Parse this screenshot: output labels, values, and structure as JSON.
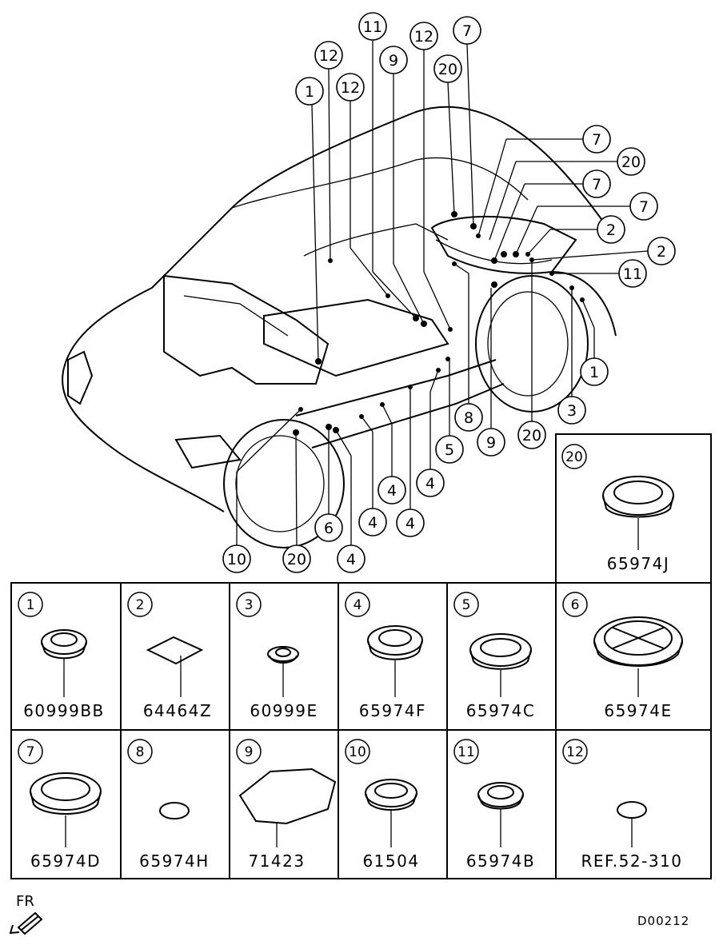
{
  "callouts": [
    {
      "label": "1"
    },
    {
      "label": "12"
    },
    {
      "label": "12"
    },
    {
      "label": "11"
    },
    {
      "label": "9"
    },
    {
      "label": "12"
    },
    {
      "label": "20"
    },
    {
      "label": "7"
    },
    {
      "label": "7"
    },
    {
      "label": "20"
    },
    {
      "label": "7"
    },
    {
      "label": "7"
    },
    {
      "label": "2"
    },
    {
      "label": "2"
    },
    {
      "label": "11"
    },
    {
      "label": "1"
    },
    {
      "label": "3"
    },
    {
      "label": "20"
    },
    {
      "label": "9"
    },
    {
      "label": "8"
    },
    {
      "label": "5"
    },
    {
      "label": "4"
    },
    {
      "label": "4"
    },
    {
      "label": "4"
    },
    {
      "label": "4"
    },
    {
      "label": "4"
    },
    {
      "label": "6"
    },
    {
      "label": "20"
    },
    {
      "label": "10"
    }
  ],
  "parts": [
    {
      "num": "20",
      "part_no": "65974J"
    },
    {
      "num": "1",
      "part_no": "60999BB"
    },
    {
      "num": "2",
      "part_no": "64464Z"
    },
    {
      "num": "3",
      "part_no": "60999E"
    },
    {
      "num": "4",
      "part_no": "65974F"
    },
    {
      "num": "5",
      "part_no": "65974C"
    },
    {
      "num": "6",
      "part_no": "65974E"
    },
    {
      "num": "7",
      "part_no": "65974D"
    },
    {
      "num": "8",
      "part_no": "65974H"
    },
    {
      "num": "9",
      "part_no": "71423"
    },
    {
      "num": "10",
      "part_no": "61504"
    },
    {
      "num": "11",
      "part_no": "65974B"
    },
    {
      "num": "12",
      "part_no": "REF.52-310"
    }
  ],
  "direction_label": "FR",
  "diagram_code": "D00212"
}
